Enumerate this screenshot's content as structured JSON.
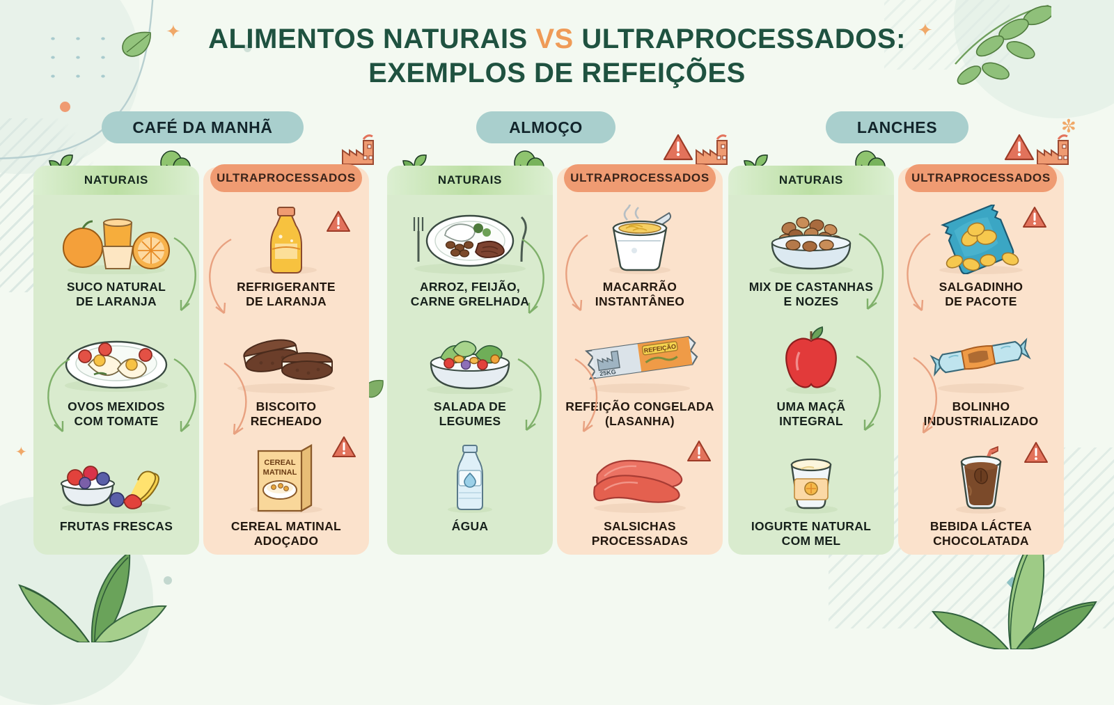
{
  "title": {
    "line1_a": "ALIMENTOS NATURAIS ",
    "line1_vs": "VS",
    "line1_b": " ULTRAPROCESSADOS:",
    "line2": "EXEMPLOS DE REFEIÇÕES"
  },
  "colors": {
    "page_background": "#f3f9f1",
    "title_green": "#1f5240",
    "vs_orange": "#ef9b57",
    "pill_teal": "#a9cfcd",
    "natural_card": "#d9ebce",
    "natural_header": "#bcdfa4",
    "ultra_card": "#fbe2cc",
    "ultra_header": "#ef9b72",
    "warning_red": "#e2725b"
  },
  "sections": [
    {
      "label": "CAFÉ DA MANHÃ"
    },
    {
      "label": "ALMOÇO"
    },
    {
      "label": "LANCHES"
    }
  ],
  "columns": [
    {
      "type": "natural",
      "header": "NATURAIS",
      "section": "CAFÉ DA MANHÃ",
      "items": [
        {
          "icon": "orange-juice-icon",
          "label": "SUCO NATURAL\nDE LARANJA",
          "warning": false
        },
        {
          "icon": "scrambled-eggs-icon",
          "label": "OVOS MEXIDOS\nCOM TOMATE",
          "warning": false
        },
        {
          "icon": "fresh-fruit-bowl-icon",
          "label": "FRUTAS FRESCAS",
          "warning": false
        }
      ]
    },
    {
      "type": "ultraprocessed",
      "header": "ULTRAPROCESSADOS",
      "section": "CAFÉ DA MANHÃ",
      "items": [
        {
          "icon": "soda-bottle-icon",
          "label": "REFRIGERANTE\nDE LARANJA",
          "warning": true
        },
        {
          "icon": "sandwich-cookie-icon",
          "label": "BISCOITO\nRECHEADO",
          "warning": false
        },
        {
          "icon": "cereal-box-icon",
          "label": "CEREAL MATINAL\nADOÇADO",
          "warning": true
        }
      ]
    },
    {
      "type": "natural",
      "header": "NATURAIS",
      "section": "ALMOÇO",
      "items": [
        {
          "icon": "rice-beans-steak-plate-icon",
          "label": "ARROZ, FEIJÃO,\nCARNE GRELHADA",
          "warning": false
        },
        {
          "icon": "vegetable-salad-bowl-icon",
          "label": "SALADA DE\nLEGUMES",
          "warning": false
        },
        {
          "icon": "water-bottle-icon",
          "label": "ÁGUA",
          "warning": false
        }
      ]
    },
    {
      "type": "ultraprocessed",
      "header": "ULTRAPROCESSADOS",
      "section": "ALMOÇO",
      "items": [
        {
          "icon": "instant-noodle-cup-icon",
          "label": "MACARRÃO\nINSTANTÂNEO",
          "warning": false
        },
        {
          "icon": "frozen-lasagna-pack-icon",
          "label": "REFEIÇÃO CONGELADA\n(LASANHA)",
          "warning": true
        },
        {
          "icon": "sausages-icon",
          "label": "SALSICHAS\nPROCESSADAS",
          "warning": false
        }
      ]
    },
    {
      "type": "natural",
      "header": "NATURAIS",
      "section": "LANCHES",
      "items": [
        {
          "icon": "mixed-nuts-bowl-icon",
          "label": "MIX DE CASTANHAS\nE NOZES",
          "warning": false
        },
        {
          "icon": "apple-icon",
          "label": "UMA MAÇÃ\nINTEGRAL",
          "warning": false
        },
        {
          "icon": "yogurt-cup-icon",
          "label": "IOGURTE NATURAL\nCOM MEL",
          "warning": false
        }
      ]
    },
    {
      "type": "ultraprocessed",
      "header": "ULTRAPROCESSADOS",
      "section": "LANCHES",
      "items": [
        {
          "icon": "chips-bag-icon",
          "label": "SALGADINHO\nDE PACOTE",
          "warning": true
        },
        {
          "icon": "wrapped-snack-cake-icon",
          "label": "BOLINHO\nINDUSTRIALIZADO",
          "warning": false
        },
        {
          "icon": "chocolate-milk-drink-icon",
          "label": "BEBIDA LÁCTEA\nCHOCOLATADA",
          "warning": true
        }
      ]
    }
  ],
  "frozen_pack_text": {
    "badge": "REFEIÇÃO",
    "weight": "25KG"
  },
  "cereal_box_text": {
    "line1": "CEREAL",
    "line2": "MATINAL"
  }
}
